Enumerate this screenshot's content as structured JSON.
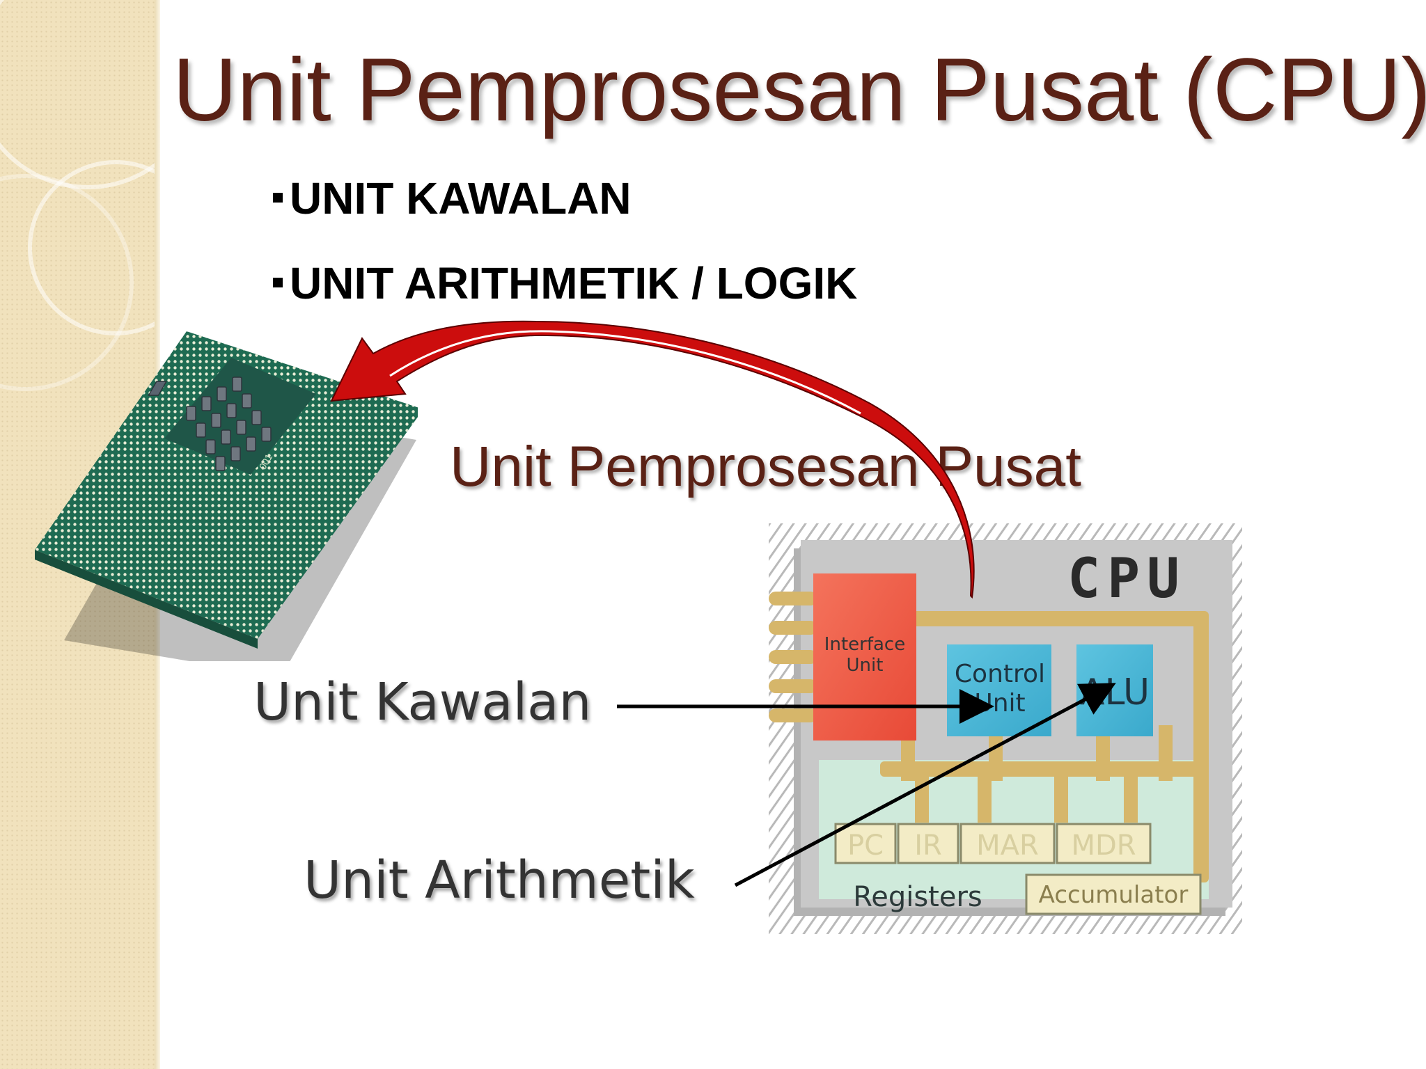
{
  "slide": {
    "title": "Unit Pemprosesan Pusat (CPU)",
    "bullets": [
      "UNIT KAWALAN",
      "UNIT ARITHMETIK / LOGIK"
    ],
    "caption": "Unit Pemprosesan Pusat"
  },
  "labels": {
    "control_unit": "Unit Kawalan",
    "arithmetic_unit": "Unit Arithmetik"
  },
  "cpu_diagram": {
    "heading": "CPU",
    "interface_unit": [
      "Interface",
      "Unit"
    ],
    "control_unit": [
      "Control",
      "Unit"
    ],
    "alu": "ALU",
    "registers": [
      "PC",
      "IR",
      "MAR",
      "MDR"
    ],
    "registers_label": "Registers",
    "accumulator": "Accumulator"
  },
  "chip": {
    "marking": "001"
  },
  "colors": {
    "title": "#5a2115",
    "sidebar": "#f1e2bd",
    "arrow_red": "#cc0d0d",
    "interface_unit": "#ee5a45",
    "control_alu": "#46b5d6",
    "bus": "#d6b66a",
    "chip_green": "#1e6b52"
  }
}
